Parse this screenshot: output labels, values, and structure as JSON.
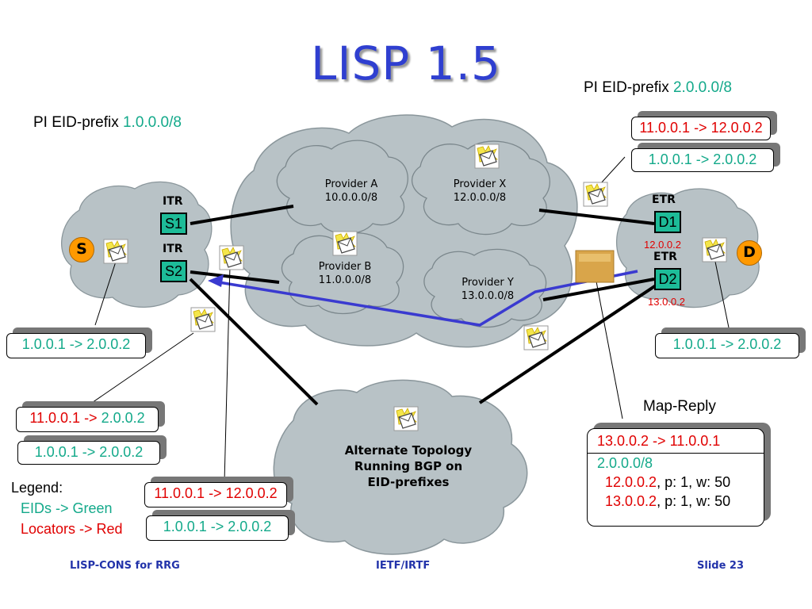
{
  "slide": {
    "title": "LISP 1.5",
    "footer_left": "LISP-CONS for RRG",
    "footer_center": "IETF/IRTF",
    "footer_right": "Slide 23"
  },
  "left_site": {
    "prefix_label": "PI EID-prefix",
    "prefix_value": "1.0.0.0/8",
    "host": "S",
    "itr1_role": "ITR",
    "itr1_name": "S1",
    "itr2_role": "ITR",
    "itr2_name": "S2"
  },
  "right_site": {
    "prefix_label": "PI EID-prefix",
    "prefix_value": "2.0.0.0/8",
    "host": "D",
    "etr1_role": "ETR",
    "etr1_name": "D1",
    "etr1_rloc": "12.0.0.2",
    "etr2_role": "ETR",
    "etr2_name": "D2",
    "etr2_rloc": "13.0.0.2"
  },
  "providers": [
    {
      "name": "Provider A",
      "prefix": "10.0.0.0/8"
    },
    {
      "name": "Provider X",
      "prefix": "12.0.0.0/8"
    },
    {
      "name": "Provider B",
      "prefix": "11.0.0.0/8"
    },
    {
      "name": "Provider Y",
      "prefix": "13.0.0.0/8"
    }
  ],
  "alt": {
    "line1": "Alternate Topology",
    "line2": "Running BGP on",
    "line3": "EID-prefixes"
  },
  "packets": {
    "top_right_outer": "11.0.0.1 -> 12.0.0.2",
    "top_right_inner": "1.0.0.1 -> 2.0.0.2",
    "right_host": "1.0.0.1 -> 2.0.0.2",
    "left_host": "1.0.0.1 -> 2.0.0.2",
    "left_encap_outer_src": "11.0.0.1 ->",
    "left_encap_outer_dst": "2.0.0.2",
    "left_encap_inner": "1.0.0.1 -> 2.0.0.2",
    "bottom_outer": "11.0.0.1 -> 12.0.0.2",
    "bottom_inner": "1.0.0.1 -> 2.0.0.2"
  },
  "map_reply": {
    "label": "Map-Reply",
    "header": "13.0.0.2 -> 11.0.0.1",
    "eid_prefix": "2.0.0.0/8",
    "rloc1": "12.0.0.2",
    "rloc1_attrs": ", p: 1, w: 50",
    "rloc2": "13.0.0.2",
    "rloc2_attrs": ", p: 1, w: 50"
  },
  "legend": {
    "title": "Legend:",
    "eids": "EIDs -> Green",
    "locators": "Locators -> Red"
  },
  "colors": {
    "title": "#2f3fd0",
    "eid": "#13a98a",
    "locator": "#e00000",
    "router": "#1dbc98",
    "cloud": "#b8c2c6",
    "path": "#3a3ad0"
  }
}
